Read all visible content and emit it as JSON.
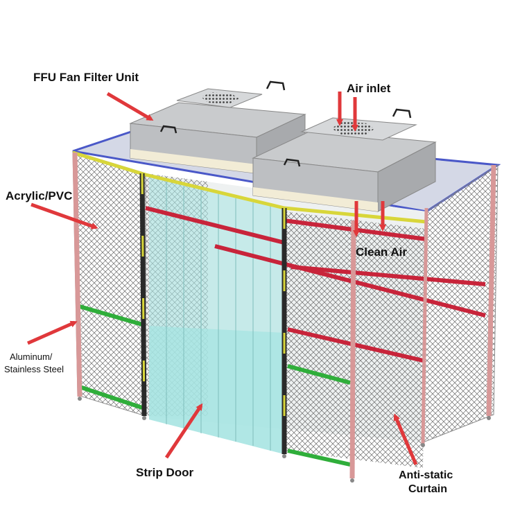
{
  "diagram": {
    "labels": {
      "ffu": "FFU Fan Filter Unit",
      "air_inlet": "Air inlet",
      "acrylic": "Acrylic/PVC",
      "clean_air": "Clean Air",
      "aluminum_1": "Aluminum/",
      "aluminum_2": "Stainless Steel",
      "strip_door": "Strip Door",
      "anti_static_1": "Anti-static",
      "anti_static_2": "Curtain"
    },
    "colors": {
      "arrow": "#e0383b",
      "frame_red": "#c8243a",
      "frame_green": "#2fae3a",
      "frame_yellow": "#d8d63a",
      "frame_blue": "#4a58c8",
      "door": "#a6e4e2",
      "ffu_body": "#c9cbcd",
      "mesh": "#6a6a6a"
    },
    "icons": [
      "arrow-icon",
      "fan-grille-icon",
      "handle-icon"
    ]
  }
}
